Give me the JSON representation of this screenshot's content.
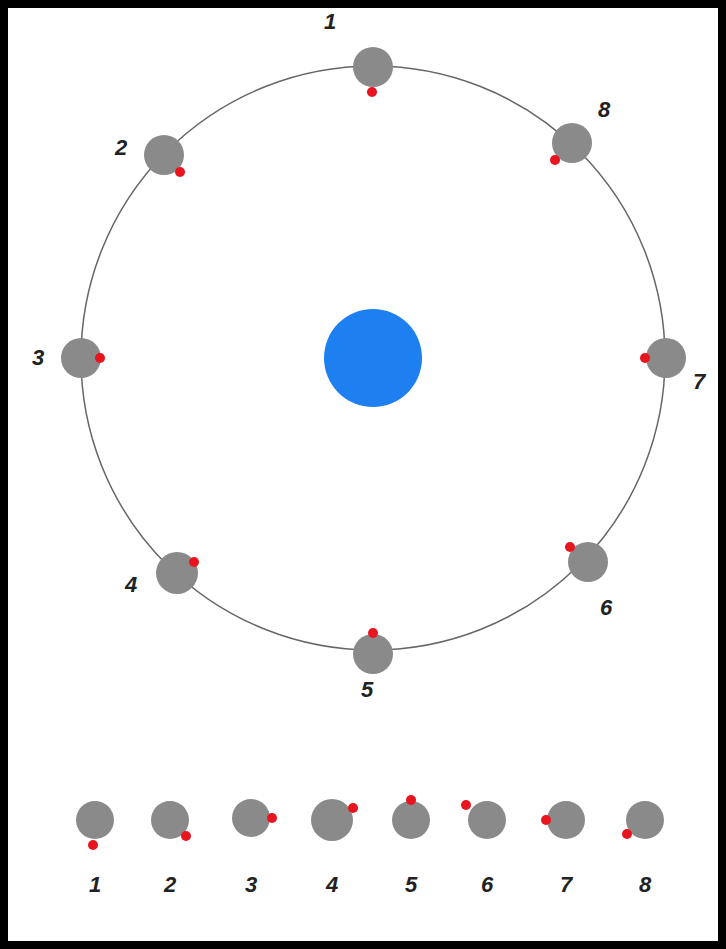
{
  "diagram": {
    "labels": [
      "1",
      "2",
      "3",
      "4",
      "5",
      "6",
      "7",
      "8",
      "1",
      "2",
      "3",
      "4",
      "5",
      "6",
      "7",
      "8"
    ]
  }
}
